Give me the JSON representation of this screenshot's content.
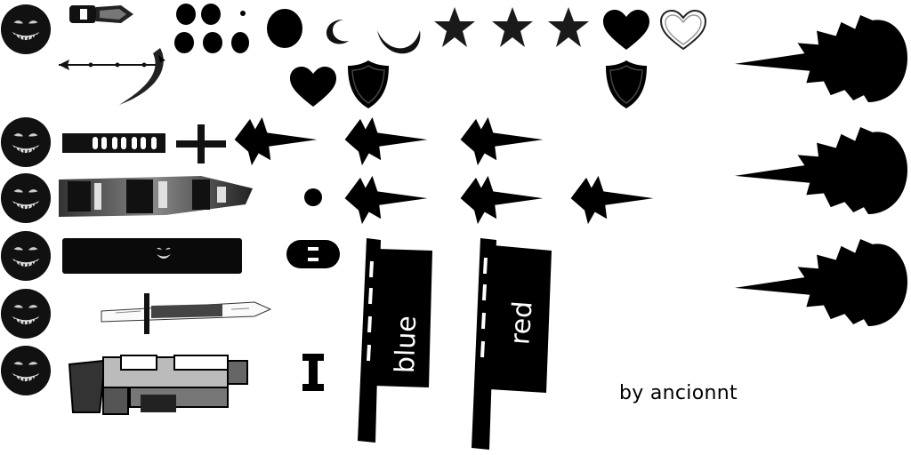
{
  "sprite_sheet": {
    "credit_text": "by ancionnt",
    "flags": [
      {
        "label": "blue"
      },
      {
        "label": "red"
      }
    ]
  },
  "icons": {
    "face": "grinning-face-icon",
    "star": "star-icon",
    "heart": "heart-icon",
    "heart_outline": "heart-outline-icon",
    "shield": "shield-icon",
    "crescent": "crescent-icon",
    "burst": "spiky-burst-icon",
    "arrowhead": "spiky-arrowhead-icon"
  },
  "colors": {
    "ink": "#000000",
    "background": "#ffffff",
    "star": "#1a1a1a"
  }
}
